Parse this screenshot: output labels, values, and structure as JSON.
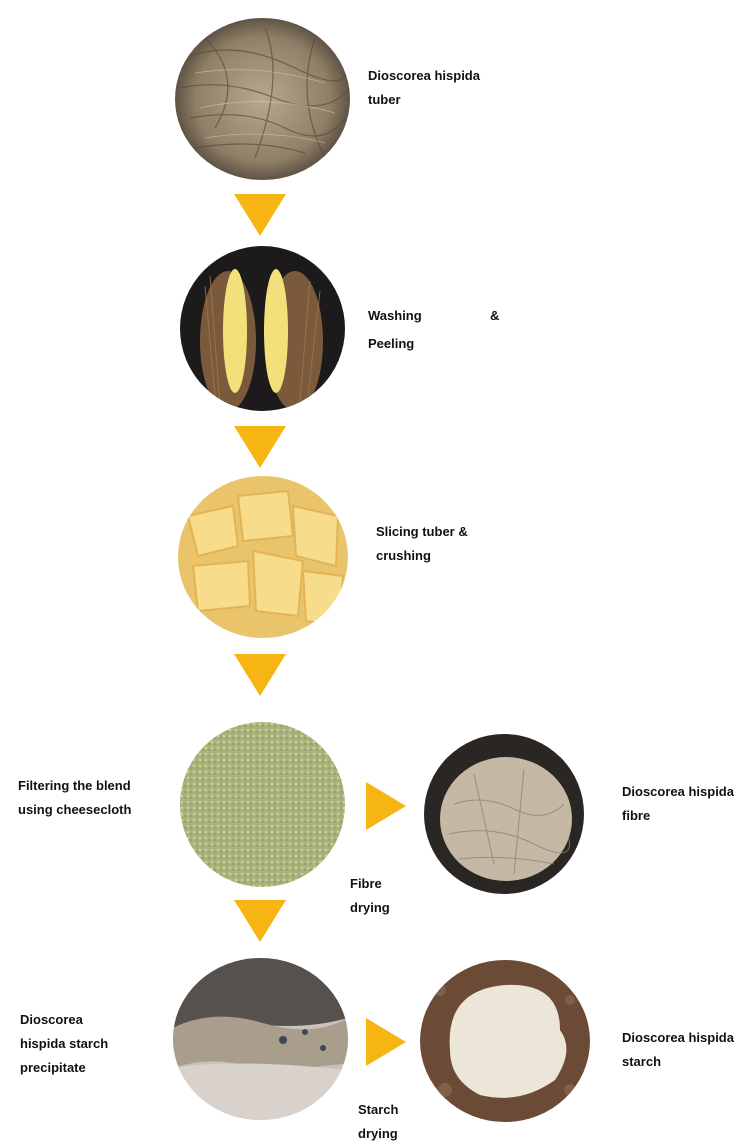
{
  "steps": {
    "tuber": "Dioscorea hispida\ntuber",
    "washing_left": "Washing",
    "washing_amp": "&",
    "peeling": "Peeling",
    "slicing": "Slicing tuber &\ncrushing",
    "filtering": "Filtering the blend\nusing cheesecloth",
    "fibre_drying": "Fibre\ndrying",
    "fibre": "Dioscorea hispida\nfibre",
    "precipitate": "Dioscorea\nhispida starch\nprecipitate",
    "starch_drying": "Starch\ndrying",
    "starch": "Dioscorea hispida\nstarch"
  },
  "colors": {
    "arrow": "#f6b512"
  },
  "photos": [
    "tuber-photo",
    "peeled-tuber-photo",
    "sliced-tuber-photo",
    "filtered-blend-photo",
    "fibre-photo",
    "precipitate-photo",
    "starch-photo"
  ]
}
